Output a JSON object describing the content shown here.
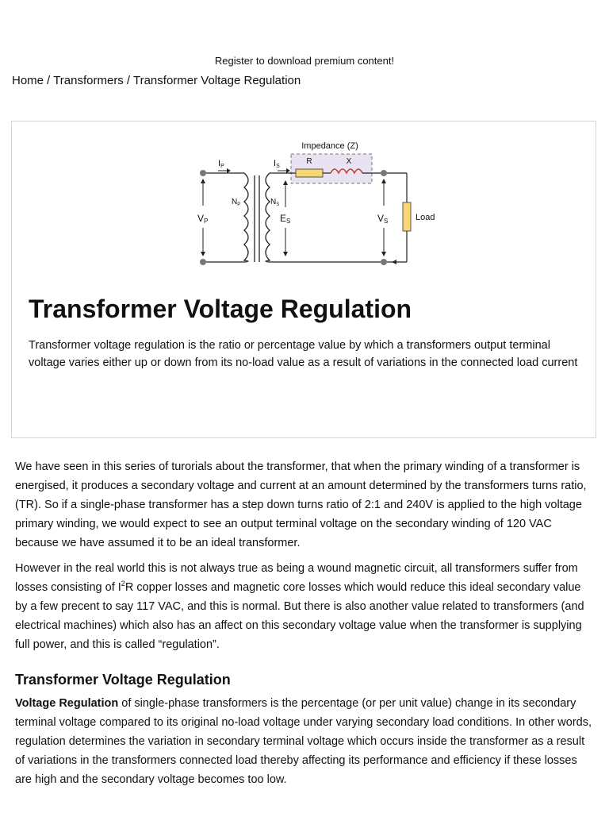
{
  "banner": {
    "text": "Register to download premium content!"
  },
  "breadcrumb": {
    "items": [
      "Home",
      "Transformers",
      "Transformer Voltage Regulation"
    ],
    "separator": "/"
  },
  "hero": {
    "title": "Transformer Voltage Regulation",
    "summary": "Transformer voltage regulation is the ratio or percentage value by which a transformers output terminal voltage varies either up or down from its no-load value as a result of variations in the connected load current"
  },
  "diagram": {
    "impedance_label": "Impedance (Z)",
    "r_label": "R",
    "x_label": "X",
    "ip_main": "I",
    "ip_sub": "P",
    "is_main": "I",
    "is_sub": "S",
    "np_main": "N",
    "np_sub": "P",
    "ns_main": "N",
    "ns_sub": "S",
    "vp_main": "V",
    "vp_sub": "P",
    "es_main": "E",
    "es_sub": "S",
    "vs_main": "V",
    "vs_sub": "S",
    "load_label": "Load",
    "colors": {
      "resistor_fill": "#f7d774",
      "load_fill": "#f7d774",
      "impedance_box": "#e9e2f0",
      "inductor": "#c0392b",
      "wire": "#222222"
    }
  },
  "article": {
    "p1": "We have seen in this series of turorials about the transformer, that when the primary winding of a transformer is energised, it produces a secondary voltage and current at an amount determined by the transformers turns ratio, (TR). So if a single-phase transformer has a step down turns ratio of 2:1 and 240V is applied to the high voltage primary winding, we would expect to see an output terminal voltage on the secondary winding of 120 VAC because we have assumed it to be an ideal transformer.",
    "p2_a": "However in the real world this is not always true as being a wound magnetic circuit, all transformers suffer from losses consisting of I",
    "p2_sup": "2",
    "p2_b": "R copper losses and magnetic core losses which would reduce this ideal secondary value by a few precent to say 117 VAC, and this is normal. But there is also another value related to transformers (and electrical machines) which also has an affect on this secondary voltage value when the transformer is supplying full power, and this is called “regulation”.",
    "h2": "Transformer Voltage Regulation",
    "p3_bold": "Voltage Regulation",
    "p3_rest": " of single-phase transformers is the percentage (or per unit value) change in its secondary terminal voltage compared to its original no-load voltage under varying secondary load conditions. In other words, regulation determines the variation in secondary terminal voltage which occurs inside the transformer as a result of variations in the transformers connected load thereby affecting its performance and efficiency if these losses are high and the secondary voltage becomes too low."
  }
}
